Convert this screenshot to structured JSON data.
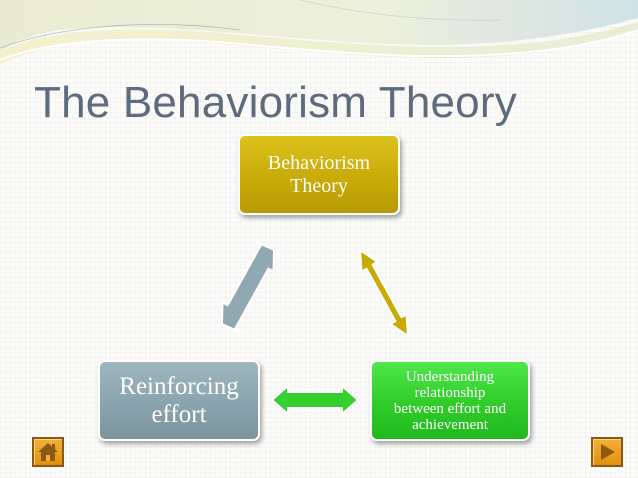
{
  "slide": {
    "title": "The Behaviorism Theory"
  },
  "diagram": {
    "nodes": [
      {
        "id": "behaviorism",
        "lines": [
          "Behaviorism",
          "Theory"
        ],
        "color": "#c9ab08"
      },
      {
        "id": "reinforcing",
        "lines": [
          "Reinforcing",
          "effort"
        ],
        "color": "#8aa3ac"
      },
      {
        "id": "understanding",
        "lines": [
          "Understanding",
          "relationship",
          "between effort and",
          "achievement"
        ],
        "color": "#2fcc2a"
      }
    ],
    "arrows": [
      {
        "between": [
          "behaviorism",
          "reinforcing"
        ],
        "type": "double-headed",
        "color": "#8aa3ac"
      },
      {
        "between": [
          "behaviorism",
          "understanding"
        ],
        "type": "double-headed",
        "color": "#c9ab08"
      },
      {
        "between": [
          "reinforcing",
          "understanding"
        ],
        "type": "double-headed",
        "color": "#2fcc2a"
      }
    ]
  },
  "navigation": {
    "home_icon": "home-icon",
    "next_icon": "play-right-icon",
    "button_color": "#e99a1c"
  }
}
